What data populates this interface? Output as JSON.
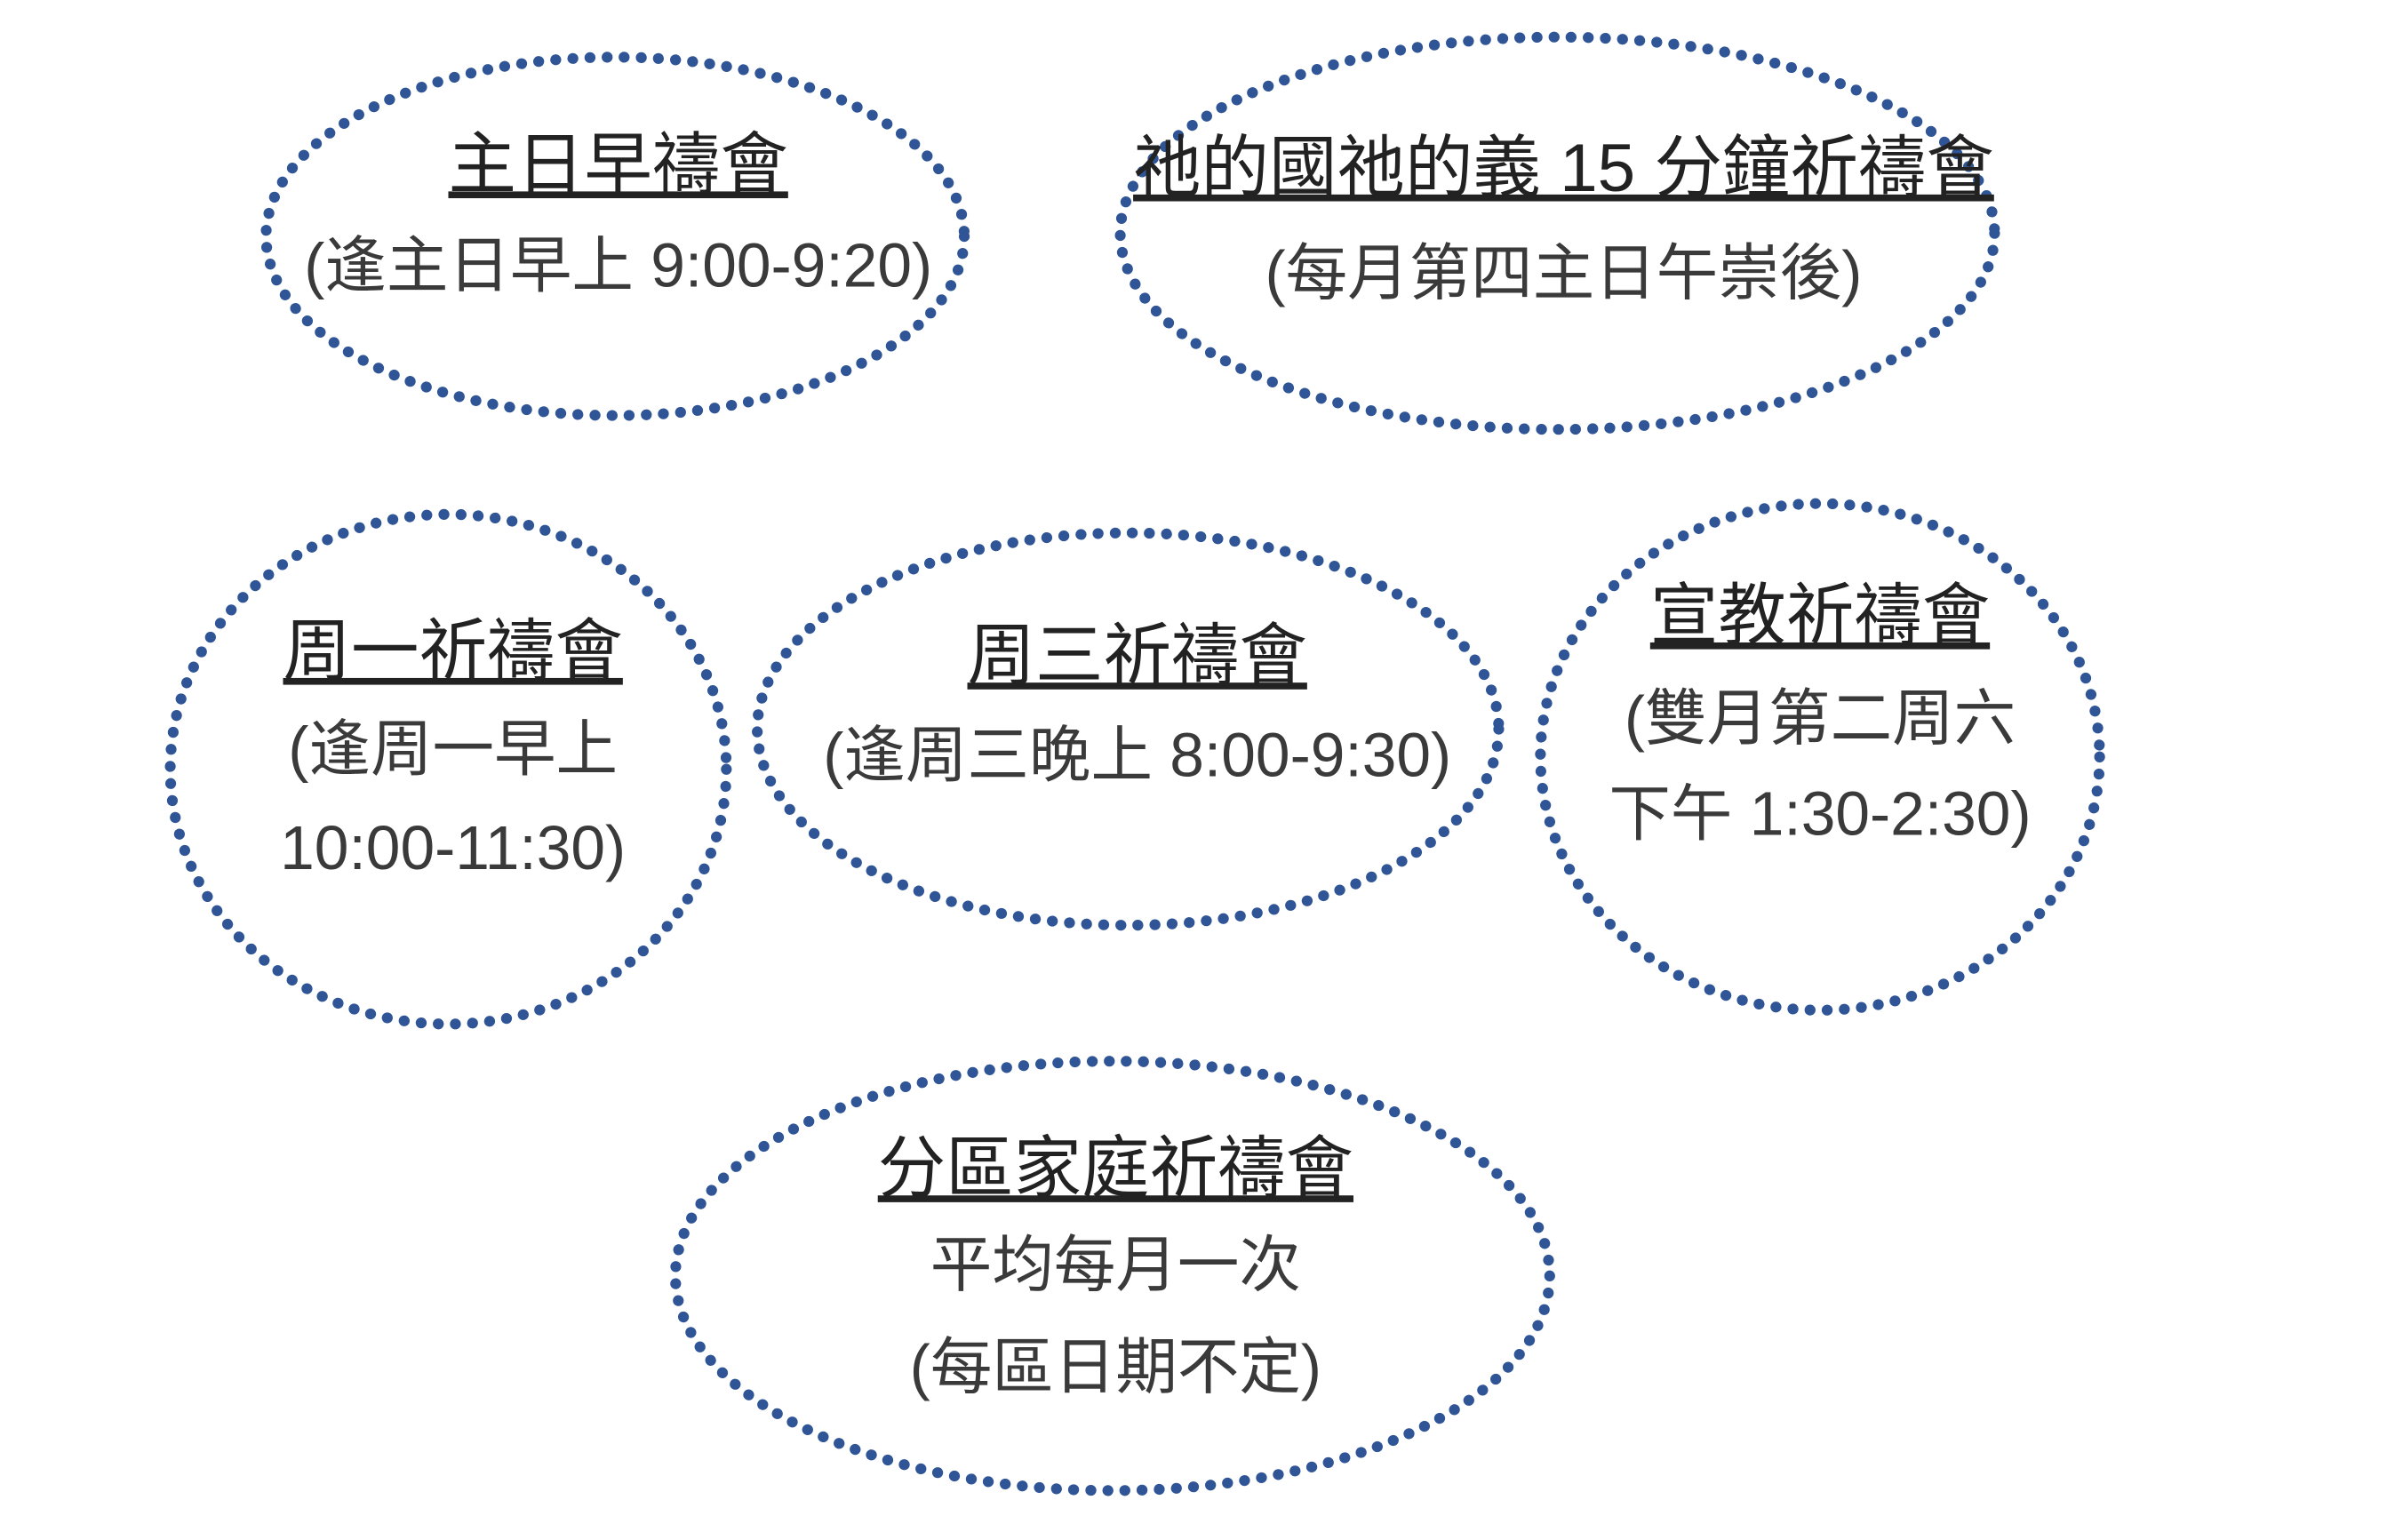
{
  "bubbles": [
    {
      "title": "主日早禱會",
      "lines": [
        "(逢主日早上 9:00-9:20)"
      ]
    },
    {
      "title": "祂的國祂的義 15 分鐘祈禱會",
      "lines": [
        "(每月第四主日午崇後)"
      ]
    },
    {
      "title": "周一祈禱會",
      "lines": [
        "(逢周一早上",
        "10:00-11:30)"
      ]
    },
    {
      "title": "周三祈禱會",
      "lines": [
        "(逢周三晚上 8:00-9:30)"
      ]
    },
    {
      "title": "宣教祈禱會",
      "lines": [
        "(雙月第二周六",
        "下午 1:30-2:30)"
      ]
    },
    {
      "title": "分區家庭祈禱會",
      "lines": [
        "平均每月一次",
        "(每區日期不定)"
      ]
    }
  ],
  "colors": {
    "border": "#2f5597"
  }
}
